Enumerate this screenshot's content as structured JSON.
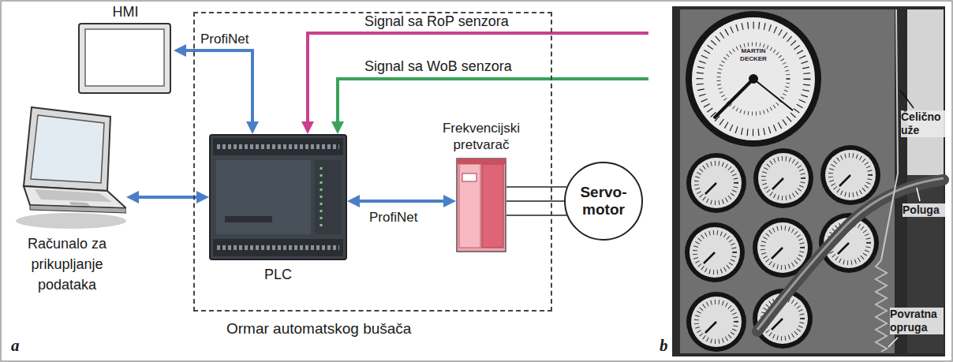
{
  "diagram": {
    "nodes": [
      {
        "text": [
          "HMI"
        ]
      },
      {
        "text": [
          "Računalo za prikupljanje podataka"
        ]
      },
      {
        "text": [
          "Ormar automatskog bušača"
        ]
      },
      {
        "text": [
          "PLC"
        ],
        "in": 2
      },
      {
        "text": [
          "Frekvencijski pretvarač"
        ],
        "in": 2
      },
      {
        "text": [
          "Servo- motor"
        ]
      }
    ],
    "edges": [
      {
        "from": 3,
        "to": 0,
        "arrow": "both",
        "label": "ProfiNet"
      },
      {
        "from": 1,
        "to": 3,
        "arrow": "both"
      },
      {
        "from": 3,
        "to": 4,
        "arrow": "both",
        "label": "ProfiNet"
      },
      {
        "from": 4,
        "to": 5,
        "arrow": "none"
      }
    ],
    "labels": [
      "Signal sa RoP senzora",
      "Signal sa WoB senzora",
      "MARTIN DECKER",
      "Čelično uže",
      "Poluga",
      "Povratna opruga",
      "a",
      "b"
    ]
  }
}
